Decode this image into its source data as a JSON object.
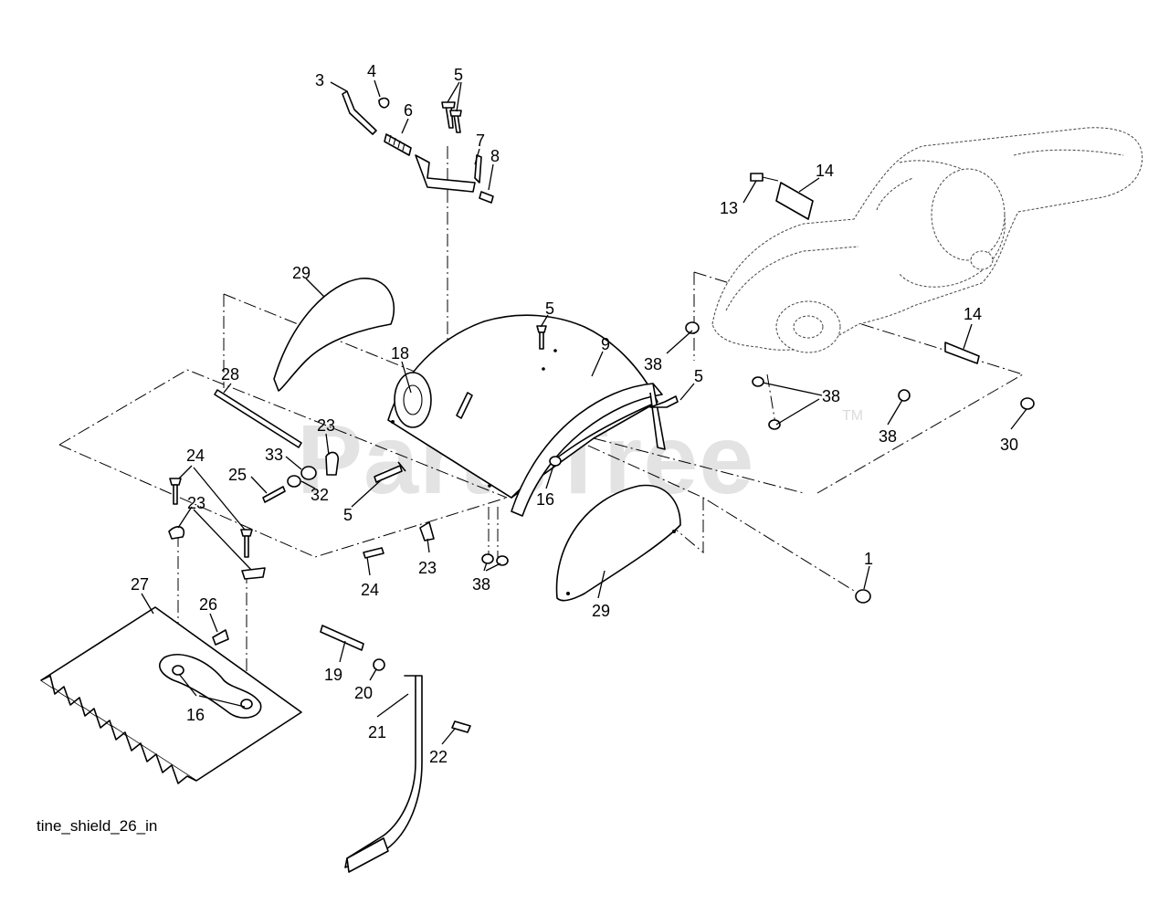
{
  "watermark": {
    "text": "PartsTree",
    "trademark": "TM"
  },
  "caption": "tine_shield_26_in",
  "callouts": [
    {
      "id": "c3",
      "label": "3"
    },
    {
      "id": "c4",
      "label": "4"
    },
    {
      "id": "c5a",
      "label": "5"
    },
    {
      "id": "c6",
      "label": "6"
    },
    {
      "id": "c7",
      "label": "7"
    },
    {
      "id": "c8",
      "label": "8"
    },
    {
      "id": "c13",
      "label": "13"
    },
    {
      "id": "c14a",
      "label": "14"
    },
    {
      "id": "c29a",
      "label": "29"
    },
    {
      "id": "c5b",
      "label": "5"
    },
    {
      "id": "c9",
      "label": "9"
    },
    {
      "id": "c14b",
      "label": "14"
    },
    {
      "id": "c18",
      "label": "18"
    },
    {
      "id": "c38a",
      "label": "38"
    },
    {
      "id": "c5c",
      "label": "5"
    },
    {
      "id": "c38b",
      "label": "38"
    },
    {
      "id": "c28",
      "label": "28"
    },
    {
      "id": "c23a",
      "label": "23"
    },
    {
      "id": "c38c",
      "label": "38"
    },
    {
      "id": "c30",
      "label": "30"
    },
    {
      "id": "c24a",
      "label": "24"
    },
    {
      "id": "c33",
      "label": "33"
    },
    {
      "id": "c25",
      "label": "25"
    },
    {
      "id": "c32",
      "label": "32"
    },
    {
      "id": "c16a",
      "label": "16"
    },
    {
      "id": "c23b",
      "label": "23"
    },
    {
      "id": "c5d",
      "label": "5"
    },
    {
      "id": "c1",
      "label": "1"
    },
    {
      "id": "c23c",
      "label": "23"
    },
    {
      "id": "c24b",
      "label": "24"
    },
    {
      "id": "c38d",
      "label": "38"
    },
    {
      "id": "c27",
      "label": "27"
    },
    {
      "id": "c29b",
      "label": "29"
    },
    {
      "id": "c26",
      "label": "26"
    },
    {
      "id": "c19",
      "label": "19"
    },
    {
      "id": "c20",
      "label": "20"
    },
    {
      "id": "c16b",
      "label": "16"
    },
    {
      "id": "c21",
      "label": "21"
    },
    {
      "id": "c22",
      "label": "22"
    }
  ]
}
